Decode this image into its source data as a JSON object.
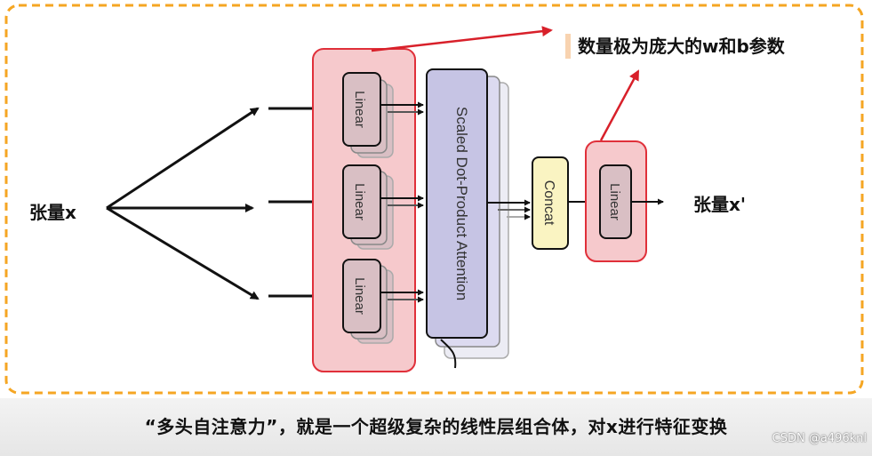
{
  "diagram": {
    "input_label": "张量x",
    "output_label": "张量x'",
    "annotation": "数量极为庞大的w和b参数",
    "linear_labels": [
      "Linear",
      "Linear",
      "Linear"
    ],
    "attention_label": "Scaled Dot-Product Attention",
    "concat_label": "Concat",
    "final_linear_label": "Linear"
  },
  "caption": "“多头自注意力”，就是一个超级复杂的线性层组合体，对x进行特征变换",
  "watermark": "CSDN @a496knl",
  "colors": {
    "dashed_border": "#f5a623",
    "highlight_fill": "#f6c9cc",
    "highlight_stroke": "#e0303a",
    "linear_fill": "#d9bfc4",
    "attention_fill": "#c6c4e4",
    "concat_fill": "#faf4c2",
    "arrow_red": "#d8202a"
  }
}
